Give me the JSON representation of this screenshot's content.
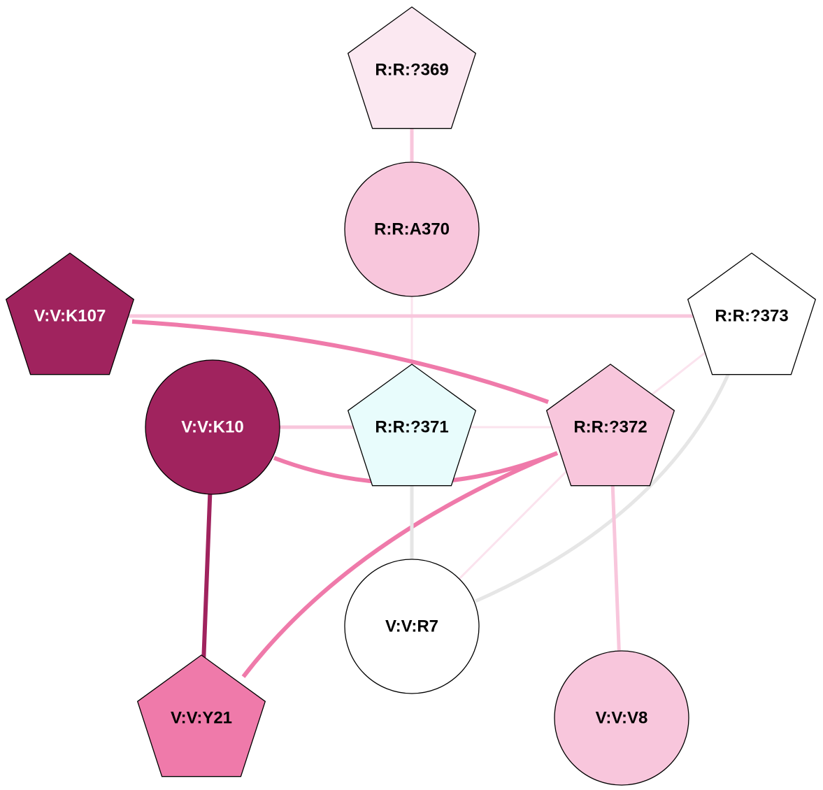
{
  "diagram": {
    "type": "residue-interaction-network",
    "nodes": [
      {
        "id": "R:R:?369",
        "shape": "pentagon",
        "fill": "#fbe8f1",
        "text_color": "#000000"
      },
      {
        "id": "R:R:A370",
        "shape": "circle",
        "fill": "#f8c6dc",
        "text_color": "#000000"
      },
      {
        "id": "V:V:K107",
        "shape": "pentagon",
        "fill": "#a0235e",
        "text_color": "#ffffff"
      },
      {
        "id": "R:R:?373",
        "shape": "pentagon",
        "fill": "#ffffff",
        "text_color": "#000000"
      },
      {
        "id": "V:V:K10",
        "shape": "circle",
        "fill": "#a0235e",
        "text_color": "#ffffff"
      },
      {
        "id": "R:R:?371",
        "shape": "pentagon",
        "fill": "#e8fcfc",
        "text_color": "#000000"
      },
      {
        "id": "R:R:?372",
        "shape": "pentagon",
        "fill": "#f8c6dc",
        "text_color": "#000000"
      },
      {
        "id": "V:V:R7",
        "shape": "circle",
        "fill": "#ffffff",
        "text_color": "#000000"
      },
      {
        "id": "V:V:Y21",
        "shape": "pentagon",
        "fill": "#ef7aaa",
        "text_color": "#000000"
      },
      {
        "id": "V:V:V8",
        "shape": "circle",
        "fill": "#f8c6dc",
        "text_color": "#000000"
      }
    ],
    "edges": [
      {
        "source": "R:R:?369",
        "target": "R:R:A370",
        "color": "#f8c6dc",
        "weight": "medium"
      },
      {
        "source": "R:R:A370",
        "target": "R:R:?371",
        "color": "#fbe3ee",
        "weight": "thin"
      },
      {
        "source": "V:V:K107",
        "target": "R:R:?373",
        "color": "#f8c6dc",
        "weight": "medium"
      },
      {
        "source": "V:V:K107",
        "target": "R:R:?372",
        "color": "#ef7aaa",
        "weight": "thick"
      },
      {
        "source": "V:V:K10",
        "target": "R:R:?371",
        "color": "#f8c6dc",
        "weight": "medium"
      },
      {
        "source": "R:R:?371",
        "target": "R:R:?372",
        "color": "#fbe3ee",
        "weight": "thin"
      },
      {
        "source": "V:V:K10",
        "target": "R:R:?372",
        "color": "#ef7aaa",
        "weight": "thick"
      },
      {
        "source": "V:V:K10",
        "target": "V:V:Y21",
        "color": "#a0235e",
        "weight": "thick"
      },
      {
        "source": "R:R:?372",
        "target": "V:V:Y21",
        "color": "#ef7aaa",
        "weight": "thick"
      },
      {
        "source": "R:R:?371",
        "target": "V:V:R7",
        "color": "#e6e6e6",
        "weight": "medium"
      },
      {
        "source": "R:R:?373",
        "target": "R:R:?372",
        "color": "#fbe3ee",
        "weight": "thin"
      },
      {
        "source": "R:R:?373",
        "target": "V:V:R7",
        "color": "#e6e6e6",
        "weight": "medium"
      },
      {
        "source": "R:R:?372",
        "target": "V:V:R7",
        "color": "#fbe3ee",
        "weight": "thin"
      },
      {
        "source": "R:R:?372",
        "target": "V:V:V8",
        "color": "#f8c6dc",
        "weight": "medium"
      }
    ]
  }
}
